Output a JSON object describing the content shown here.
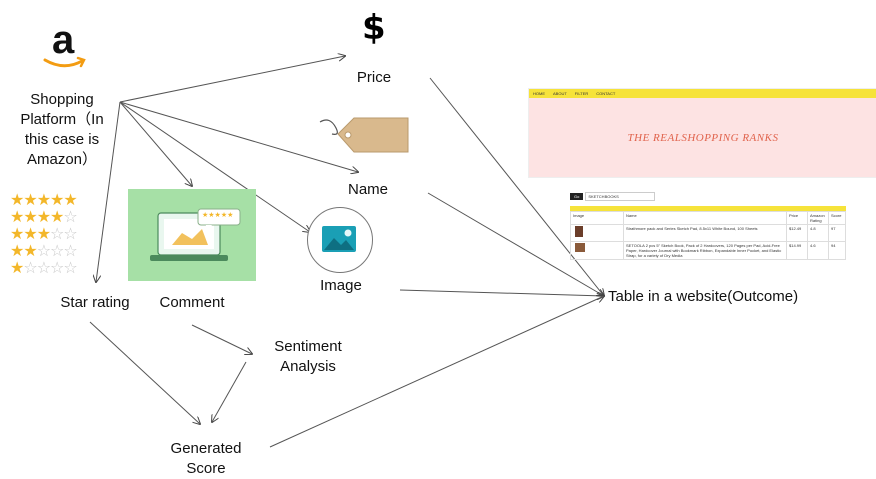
{
  "nodes": {
    "platform": [
      "Shopping",
      "Platform（In",
      "this case is",
      "Amazon）"
    ],
    "price": "Price",
    "name": "Name",
    "image": "Image",
    "star_rating": "Star rating",
    "comment": "Comment",
    "sentiment": [
      "Sentiment",
      "Analysis"
    ],
    "generated_score": [
      "Generated",
      "Score"
    ],
    "outcome": "Table in a website(Outcome)"
  },
  "icons": {
    "amazon_letter": "a",
    "dollar": "$",
    "price_tag": "price-tag-icon",
    "image_icon": "image-icon"
  },
  "stars": [
    5,
    4,
    3,
    2,
    1
  ],
  "comment_bubble_stars": "★★★★★",
  "website": {
    "nav": [
      "HOME",
      "ABOUT",
      "FILTER",
      "CONTACT"
    ],
    "banner_title": "THE REALSHOPPING RANKS",
    "search_button": "Go",
    "search_value": "SKETCHBOOKS",
    "table_headers": [
      "Image",
      "Name",
      "Price",
      "Amazon Rating",
      "Score"
    ],
    "table_rows": [
      [
        "",
        "Strathmore pack and Series Sketch Pad, 8.5x11 White Bound, 100 Sheets",
        "$12.49",
        "4.8",
        "97"
      ],
      [
        "",
        "SETOOLA 2 pcs 5\" Sketch Book, Pack of 2 Hardcovers, 120 Pages per Pad, Acid-Free Paper, Hardcover Journal with Bookmark Ribbon, Expandable Inner Pocket, and Elastic Strap, for a variety of Dry Media",
        "$14.99",
        "4.6",
        "94"
      ]
    ]
  },
  "colors": {
    "star": "#f3b72a",
    "nav_yellow": "#f6e33a",
    "banner_pink": "#fde3e3",
    "banner_text": "#e0624b",
    "comment_green": "#9bdc9b",
    "image_icon_teal": "#1a9fb5"
  }
}
